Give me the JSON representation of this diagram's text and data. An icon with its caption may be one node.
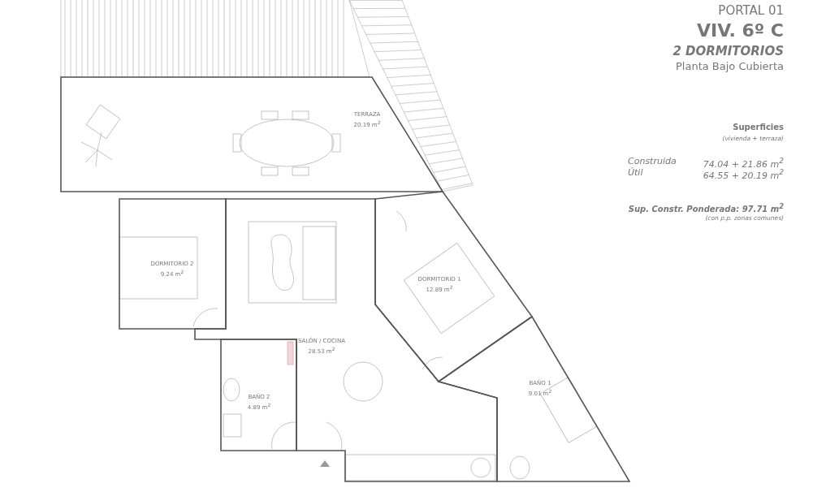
{
  "diagram": {
    "nodes": [
      {
        "text": [
          "TERRAZA",
          "20.19 m$^{2}$"
        ]
      },
      {
        "text": [
          "DORMITORIO 2",
          "9.24 m$^{2}$"
        ]
      },
      {
        "text": [
          "DORMITORIO 1",
          "12.89 m$^{2}$"
        ]
      },
      {
        "text": [
          "SALÓN / COCINA",
          "28.53 m$^{2}$"
        ]
      },
      {
        "text": [
          "BAÑO 2",
          "4.89 m$^{2}$"
        ]
      },
      {
        "text": [
          "BAÑO 1",
          "9.01 m$^{2}$"
        ]
      }
    ],
    "edges": [],
    "labels": [
      "PORTAL 01",
      "VIV. 6º C",
      "2 DORMITORIOS",
      "Planta Bajo Cubierta",
      "Superficies",
      "(vivienda + terraza)",
      "Construida",
      "74.04 + 21.86 m$^{2}$",
      "Útil",
      "64.55 + 20.19 m$^{2}$",
      "Sup. Constr. Ponderada: 97.71 m$^{2}$",
      "(con p.p. zonas comunes)"
    ]
  }
}
